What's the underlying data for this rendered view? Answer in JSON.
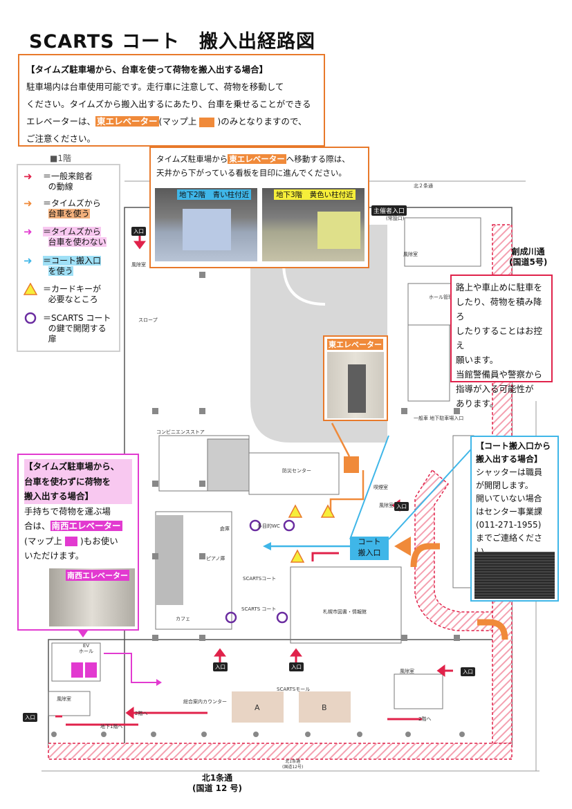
{
  "title": "SCARTS コート　搬入出経路図",
  "box_timesu_cart": {
    "heading": "【タイムズ駐車場から、台車を使って荷物を搬入出する場合】",
    "line1": "駐車場内は台車使用可能です。走行車に注意して、荷物を移動して",
    "line2": "ください。タイムズから搬入出するにあたり、台車を乗せることができる",
    "line3_pre": "エレベーターは、",
    "line3_hl": "東エレベーター",
    "line3_mid": "(マップ上",
    "line3_post": ")のみとなりますので、",
    "line4": "ご注意ください。"
  },
  "box_nav": {
    "line1_pre": "タイムズ駐車場から",
    "line1_hl": "東エレベーター",
    "line1_post": "へ移動する際は、",
    "line2": "天井から下がっている看板を目印に進んでください。",
    "photo1_caption": "地下2階　青い柱付近",
    "photo2_caption": "地下3階　黄色い柱付近"
  },
  "floor_label": "■1階",
  "legend": {
    "item1a": "＝一般来館者",
    "item1b": "の動線",
    "item2a": "＝タイムズから",
    "item2b": "台車を使う",
    "item3a": "＝タイムズから",
    "item3b": "台車を使わない",
    "item4a": "＝コート搬入口",
    "item4b": "を使う",
    "item5a": "＝カードキーが",
    "item5b": "必要なところ",
    "item6a": "＝SCARTS コート",
    "item6b": "の鍵で開閉する",
    "item6c": "扉"
  },
  "box_notice": {
    "l1": "路上や車止めに駐車を",
    "l2": "したり、荷物を積み降ろ",
    "l3": "したりすることはお控え",
    "l4": "願います。",
    "l5": "当館警備員や警察から",
    "l6": "指導が入る可能性が",
    "l7": "あります。"
  },
  "east_elevator_label": "東エレベーター",
  "box_court": {
    "h1": "【コート搬入口から",
    "h2": "搬入出する場合】",
    "l1": "シャッターは職員",
    "l2": "が開閉します。",
    "l3": "開いていない場合",
    "l4": "はセンター事業課",
    "l5": "(011-271-1955)",
    "l6": "までご連絡ください。"
  },
  "box_nocart": {
    "h1": "【タイムズ駐車場から、",
    "h2": "台車を使わずに荷物を",
    "h3": "搬入出する場合】",
    "l1": "手持ちで荷物を運ぶ場",
    "l2_pre": "合は、",
    "l2_hl": "南西エレベーター",
    "l3_pre": "(マップ上",
    "l3_post": ")もお使い",
    "l4": "いただけます。"
  },
  "sw_elevator_label": "南西エレベーター",
  "court_entrance_label1": "コート",
  "court_entrance_label2": "搬入口",
  "road_east1": "創成川通",
  "road_east2": "(国道5号)",
  "road_south1": "北1条通",
  "road_south2": "(国道 12 号)",
  "map": {
    "kita2": "北２条通",
    "organizer_entrance": "主催者入口",
    "organizer_sub": "(常設口)",
    "ev_hall": "EV\nホール",
    "windbreak": "風除室",
    "hall_mgmt": "ホール管理\n(警備室)",
    "slope": "スロープ",
    "convenience": "コンビニエンスストア",
    "disaster_center": "防災センター",
    "smoking": "喫煙室",
    "parking_entrance": "一般車\n地下駐車場入口",
    "storage": "倉庫",
    "piano": "ピアノ庫",
    "scarts_court": "SCARTSコート",
    "scarts_court2": "SCARTS コート",
    "cafe": "カフェ",
    "library": "札幌市図書・情報館",
    "multi_wc": "多目的WC",
    "mall": "SCARTSモール",
    "info_counter": "総合案内カウンター",
    "area_a": "A",
    "area_b": "B",
    "to_2f": "2階へ",
    "to_b1": "地下1階へ",
    "kita1_small": "北1条通\n(国道12号)",
    "entrance": "入口"
  }
}
